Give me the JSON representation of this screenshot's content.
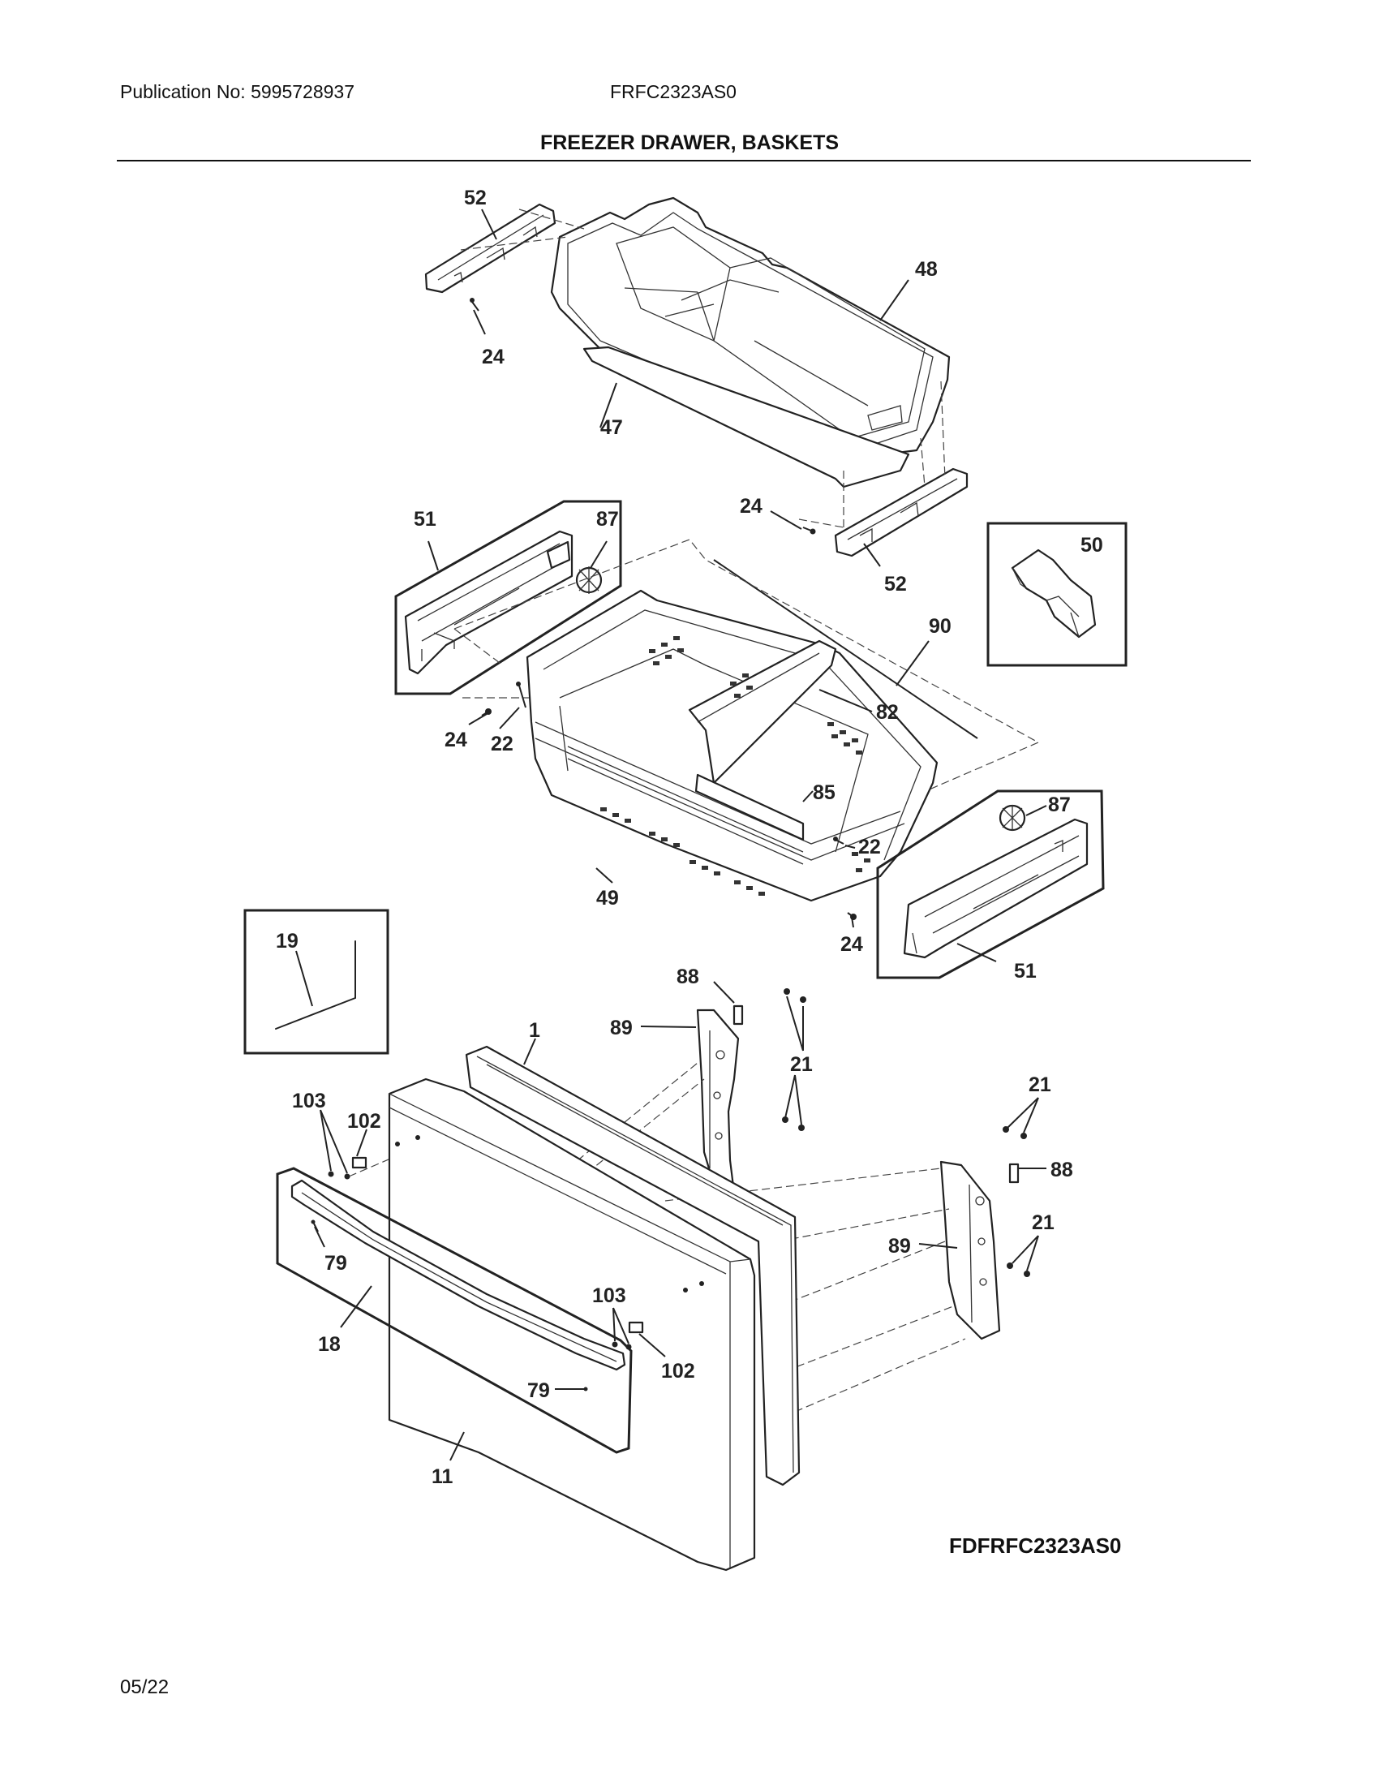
{
  "header": {
    "publication": "Publication No: 5995728937",
    "model": "FRFC2323AS0",
    "title": "FREEZER DRAWER, BASKETS"
  },
  "footer": {
    "diagram_code": "FDFRFC2323AS0",
    "date": "05/22"
  },
  "callouts": {
    "c52a": "52",
    "c48": "48",
    "c24a": "24",
    "c47": "47",
    "c24b": "24",
    "c52b": "52",
    "c51a": "51",
    "c87a": "87",
    "c50": "50",
    "c90": "90",
    "c82": "82",
    "c24c": "24",
    "c22a": "22",
    "c85": "85",
    "c87b": "87",
    "c22b": "22",
    "c49": "49",
    "c24d": "24",
    "c51b": "51",
    "c19": "19",
    "c88a": "88",
    "c89a": "89",
    "c1": "1",
    "c21a": "21",
    "c103a": "103",
    "c102a": "102",
    "c21b": "21",
    "c88b": "88",
    "c79a": "79",
    "c21c": "21",
    "c89b": "89",
    "c103b": "103",
    "c18": "18",
    "c102b": "102",
    "c79b": "79",
    "c11": "11"
  }
}
